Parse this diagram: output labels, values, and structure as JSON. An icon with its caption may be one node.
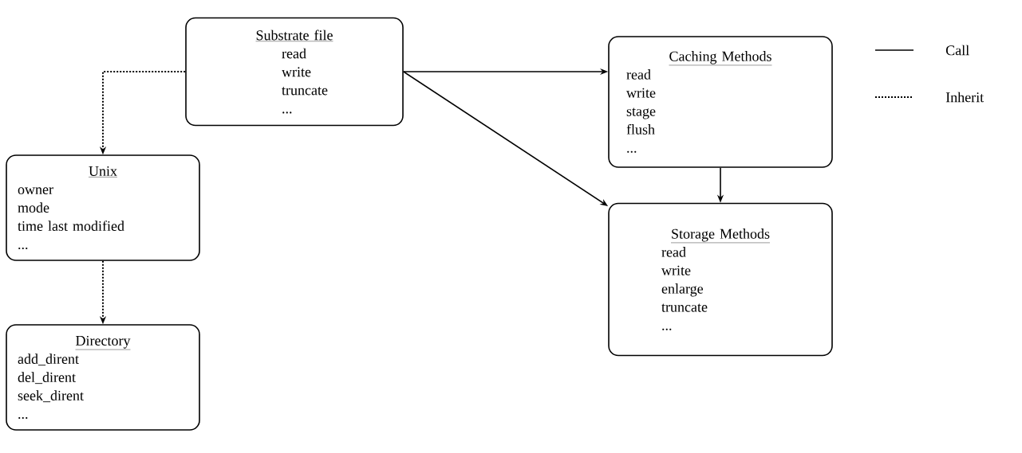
{
  "diagram": {
    "nodes": [
      {
        "text": [
          "Substrate file",
          "read",
          "write",
          "truncate",
          "..."
        ]
      },
      {
        "text": [
          "Unix",
          "owner",
          "mode",
          "time last modified",
          "..."
        ]
      },
      {
        "text": [
          "Directory",
          "add_dirent",
          "del_dirent",
          "seek_dirent",
          "..."
        ]
      },
      {
        "text": [
          "Caching Methods",
          "read",
          "write",
          "stage",
          "flush",
          "..."
        ]
      },
      {
        "text": [
          "Storage Methods",
          "read",
          "write",
          "enlarge",
          "truncate",
          "..."
        ]
      }
    ],
    "edges": [
      {
        "from": 0,
        "to": 1,
        "arrow": "to",
        "style": "dashed"
      },
      {
        "from": 1,
        "to": 2,
        "arrow": "to",
        "style": "dashed"
      },
      {
        "from": 0,
        "to": 3,
        "arrow": "to"
      },
      {
        "from": 0,
        "to": 4,
        "arrow": "to"
      },
      {
        "from": 3,
        "to": 4,
        "arrow": "to"
      }
    ],
    "legend": [
      {
        "text": "Call"
      },
      {
        "text": "Inherit"
      }
    ]
  }
}
